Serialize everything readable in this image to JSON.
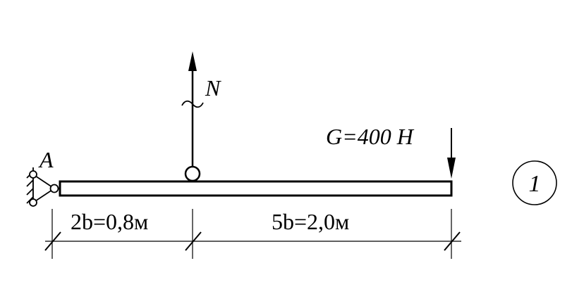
{
  "labels": {
    "support": "A",
    "force_n": "N",
    "force_g": "G=400 H",
    "dim_left": "2b=0,8м",
    "dim_right": "5b=2,0м",
    "figure_number": "1"
  },
  "colors": {
    "stroke": "#000000",
    "background": "#ffffff"
  }
}
